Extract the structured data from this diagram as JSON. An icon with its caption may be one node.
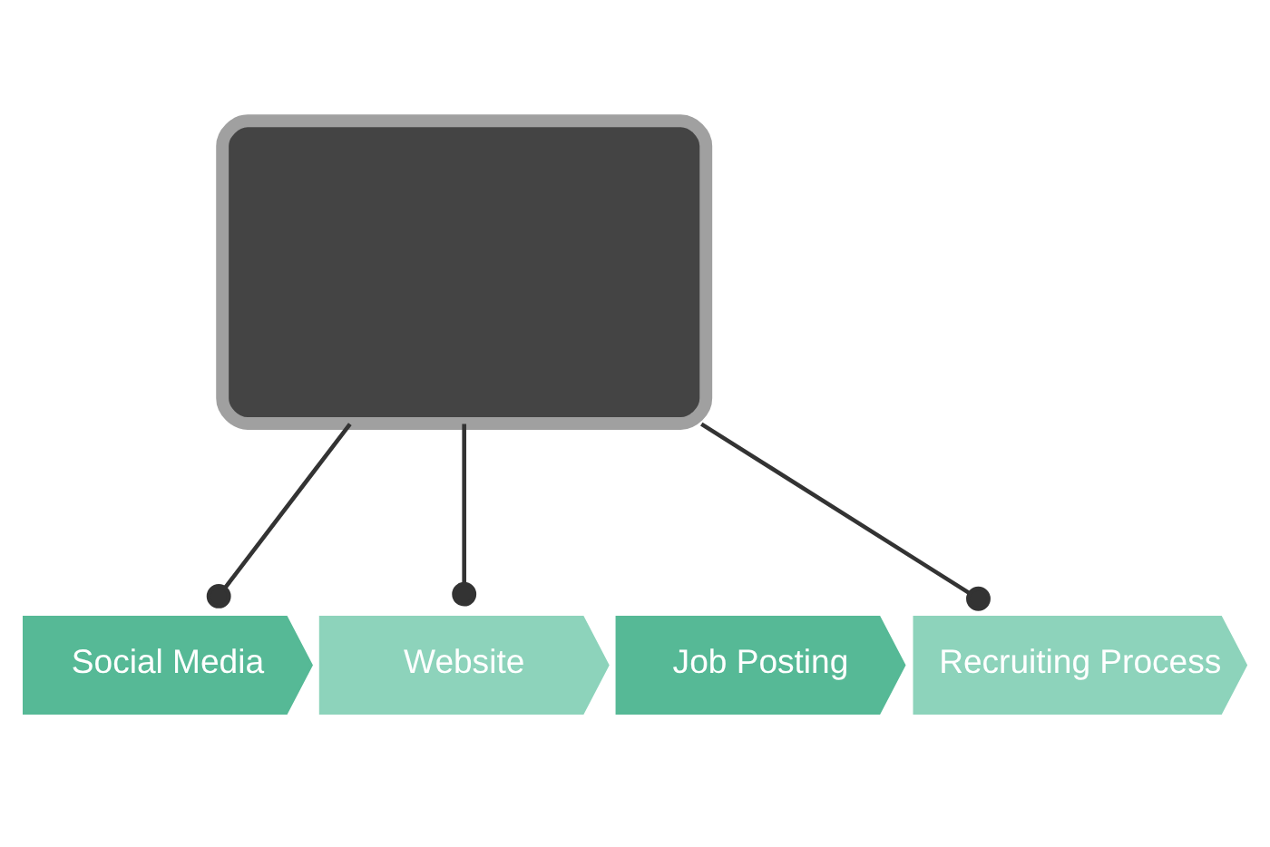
{
  "diagram": {
    "nodes": [
      {
        "text": [],
        "shape": "box"
      },
      {
        "text": [
          "Social Media"
        ]
      },
      {
        "text": [
          "Website"
        ]
      },
      {
        "text": [
          "Job Posting"
        ]
      },
      {
        "text": [
          "Recruiting Process"
        ]
      }
    ],
    "edges": [
      {
        "from": 0,
        "to": 1,
        "arrow": "other"
      },
      {
        "from": 0,
        "to": 2,
        "arrow": "other"
      },
      {
        "from": 0,
        "to": 4,
        "arrow": "other"
      }
    ]
  }
}
